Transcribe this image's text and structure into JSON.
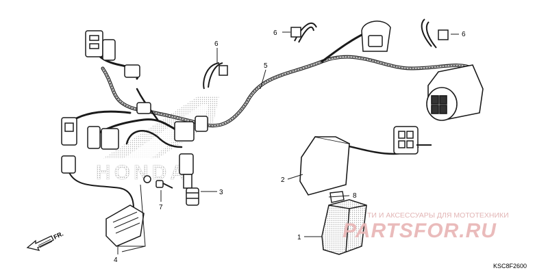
{
  "diagram": {
    "callouts": [
      {
        "id": "1",
        "label": "1"
      },
      {
        "id": "2",
        "label": "2"
      },
      {
        "id": "3",
        "label": "3"
      },
      {
        "id": "4",
        "label": "4"
      },
      {
        "id": "5",
        "label": "5"
      },
      {
        "id": "6a",
        "label": "6"
      },
      {
        "id": "6b",
        "label": "6"
      },
      {
        "id": "6c",
        "label": "6"
      },
      {
        "id": "7",
        "label": "7"
      },
      {
        "id": "8",
        "label": "8"
      }
    ],
    "direction_label": "FR.",
    "drawing_code": "KSC8F2600",
    "background_brand": "HONDA"
  },
  "watermark": {
    "tagline": "ТИ И АКСЕССУАРЫ ДЛЯ МОТОТЕХНИКИ",
    "logo": "PARTSFOR.RU",
    "color": "#e9b8b8"
  },
  "colors": {
    "line": "#1a1a1a",
    "dots": "#bbbbbb"
  }
}
